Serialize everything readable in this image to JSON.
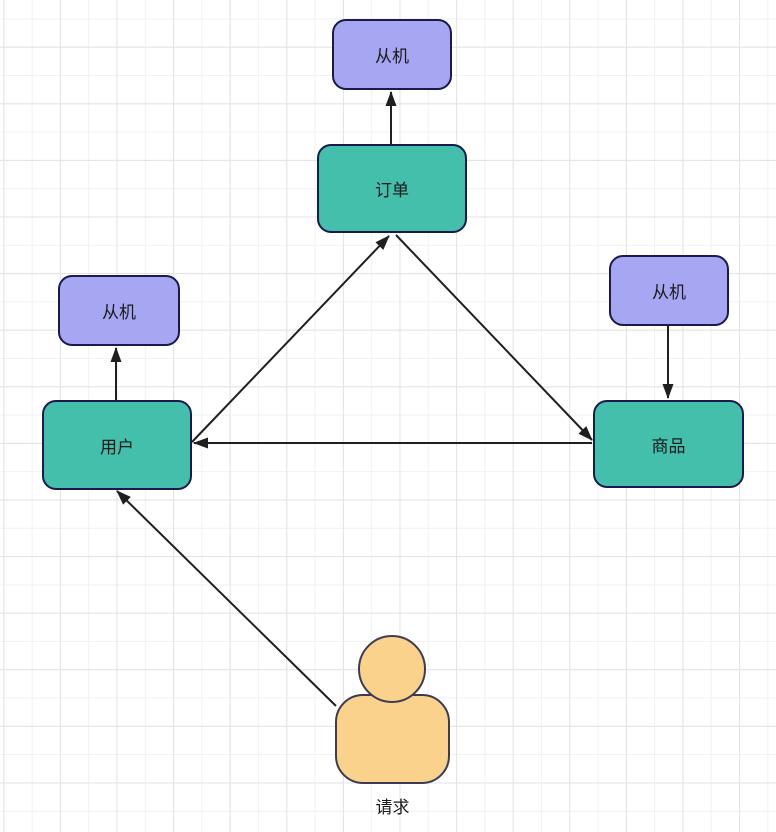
{
  "diagram": {
    "nodes": {
      "slave_top": {
        "label": "从机",
        "type": "slave"
      },
      "order": {
        "label": "订单",
        "type": "service"
      },
      "slave_left": {
        "label": "从机",
        "type": "slave"
      },
      "user": {
        "label": "用户",
        "type": "service"
      },
      "slave_right": {
        "label": "从机",
        "type": "slave"
      },
      "product": {
        "label": "商品",
        "type": "service"
      }
    },
    "actor": {
      "label": "请求"
    },
    "edges": [
      {
        "from": "用户",
        "to": "订单"
      },
      {
        "from": "订单",
        "to": "商品"
      },
      {
        "from": "商品",
        "to": "用户"
      },
      {
        "from": "订单",
        "to": "从机 (top)"
      },
      {
        "from": "用户",
        "to": "从机 (left)"
      },
      {
        "from": "从机 (right)",
        "to": "商品"
      },
      {
        "from": "请求",
        "to": "用户"
      }
    ],
    "colors": {
      "service_fill": "#43bfac",
      "slave_fill": "#a7a6f2",
      "shape_border": "#1a1a4e",
      "arrow": "#1f1f1f",
      "actor_fill": "#fad28c",
      "actor_border": "#3b3b54",
      "grid_minor": "#f1f1f1",
      "grid_major": "#e3e3e3",
      "canvas_bg": "#ffffff"
    }
  }
}
